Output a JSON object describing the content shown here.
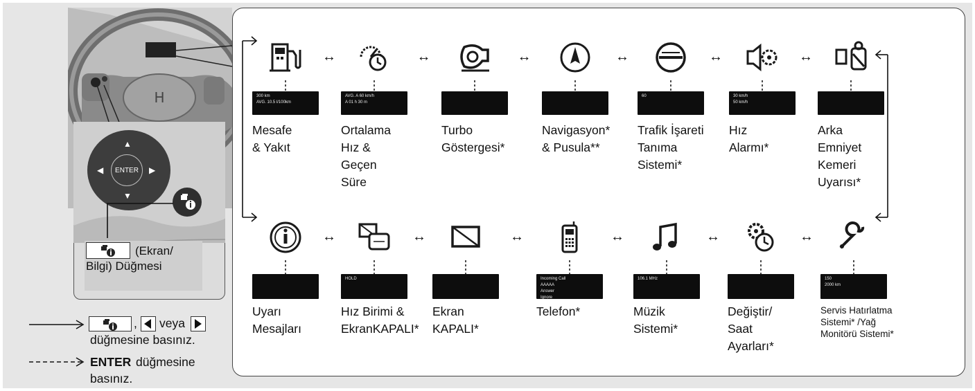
{
  "top_row": [
    {
      "id": "mesafe",
      "label": [
        "Mesafe",
        "& Yakıt"
      ],
      "icon": "fuel-pump-icon",
      "thumb": [
        "300 km",
        "AVG. 10.5 l/100km"
      ]
    },
    {
      "id": "ortalama",
      "label": [
        "Ortalama",
        "Hız &",
        "Geçen",
        "Süre"
      ],
      "icon": "speed-clock-icon",
      "thumb": [
        "AVG. A 60 km/h",
        "A 01 h 30 m"
      ]
    },
    {
      "id": "turbo",
      "label": [
        "Turbo",
        "Göstergesi*"
      ],
      "icon": "turbo-icon",
      "thumb": []
    },
    {
      "id": "navigasyon",
      "label": [
        "Navigasyon*",
        "& Pusula**"
      ],
      "icon": "compass-icon",
      "thumb": []
    },
    {
      "id": "trafik",
      "label": [
        "Trafik İşareti",
        "Tanıma",
        "Sistemi*"
      ],
      "icon": "traffic-sign-icon",
      "thumb": [
        "60"
      ]
    },
    {
      "id": "hiz_alarmi",
      "label": [
        "Hız",
        "Alarmı*"
      ],
      "icon": "speed-alarm-icon",
      "thumb": [
        "30 km/h",
        "50 km/h"
      ]
    },
    {
      "id": "arka_emniyet",
      "label": [
        "Arka",
        "Emniyet",
        "Kemeri",
        "Uyarısı*"
      ],
      "icon": "rear-seatbelt-icon",
      "thumb": []
    }
  ],
  "bottom_row": [
    {
      "id": "uyari",
      "label": [
        "Uyarı",
        "Mesajları"
      ],
      "icon": "info-circle-icon",
      "thumb": []
    },
    {
      "id": "hiz_birimi",
      "label": [
        "Hız Birimi &",
        "EkranKAPALI*"
      ],
      "icon": "unit-display-icon",
      "thumb": [
        "HOLD"
      ]
    },
    {
      "id": "ekran_kapali",
      "label": [
        "Ekran",
        "KAPALI*"
      ],
      "icon": "display-off-icon",
      "thumb": []
    },
    {
      "id": "telefon",
      "label": [
        "Telefon*"
      ],
      "icon": "phone-icon",
      "thumb": [
        "Incoming Call",
        "AAAAA",
        "Answer",
        "Ignore"
      ]
    },
    {
      "id": "muzik",
      "label": [
        "Müzik",
        "Sistemi*"
      ],
      "icon": "music-note-icon",
      "thumb": [
        "106.1 MHz"
      ]
    },
    {
      "id": "degistir",
      "label": [
        "Değiştir/",
        "Saat",
        "Ayarları*"
      ],
      "icon": "settings-clock-icon",
      "thumb": []
    },
    {
      "id": "servis",
      "label": [
        "Servis Hatırlatma",
        "Sistemi* /Yağ",
        "Monitörü Sistemi*"
      ],
      "icon": "wrench-icon",
      "thumb": [
        "150",
        "2000 km"
      ]
    }
  ],
  "horizontal_arrow": "↔",
  "callout": {
    "enter_label": "ENTER",
    "button_caption": [
      "(Ekran/",
      "Bilgi) Düğmesi"
    ]
  },
  "legend": {
    "solid_suffix": "veya",
    "solid_text2": "düğmesine basınız.",
    "solid_sep": ",",
    "dashed_bold": "ENTER",
    "dashed_text": "düğmesine",
    "dashed_text2": "basınız."
  }
}
